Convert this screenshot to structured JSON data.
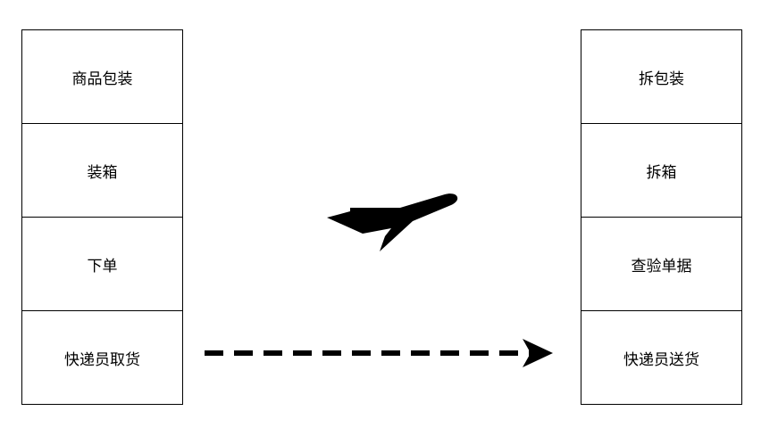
{
  "left_stack": {
    "items": [
      "商品包装",
      "装箱",
      "下单",
      "快递员取货"
    ]
  },
  "right_stack": {
    "items": [
      "拆包装",
      "拆箱",
      "查验单据",
      "快递员送货"
    ]
  },
  "connector": {
    "style": "dashed",
    "direction": "left-to-right"
  },
  "icons": {
    "center": "airplane-icon"
  }
}
